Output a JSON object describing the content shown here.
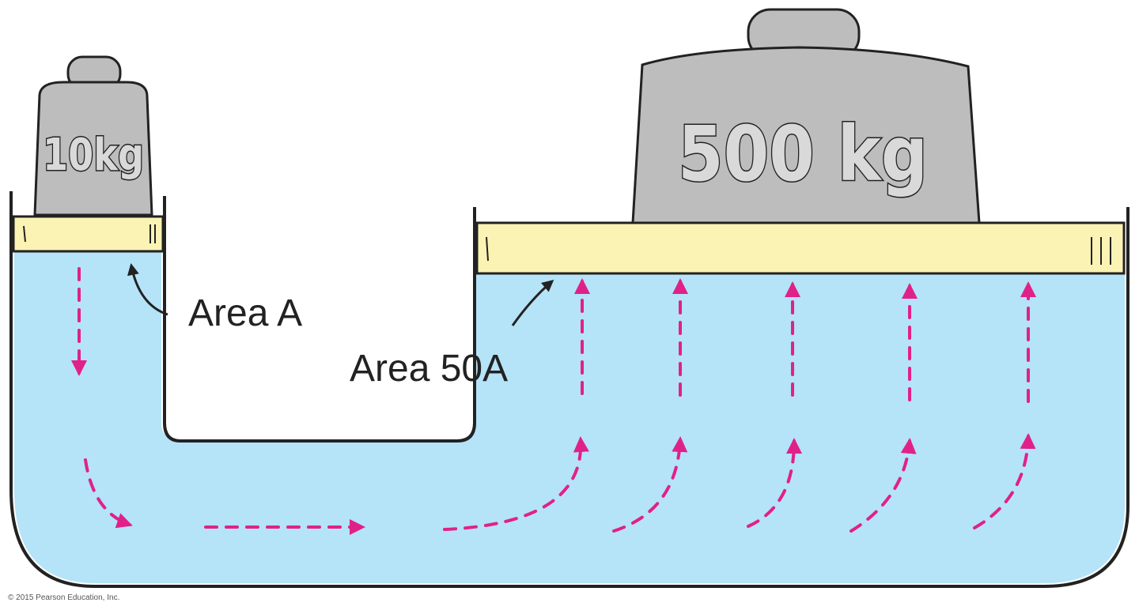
{
  "diagram": {
    "small_weight_label": "10kg",
    "large_weight_label": "500 kg",
    "small_area_label": "Area A",
    "large_area_label": "Area 50A",
    "copyright": "© 2015 Pearson Education, Inc."
  },
  "colors": {
    "fluid": "#b5e3f8",
    "piston": "#fbf3b4",
    "weight": "#bdbdbd",
    "arrow": "#e0218a",
    "outline": "#222222"
  }
}
